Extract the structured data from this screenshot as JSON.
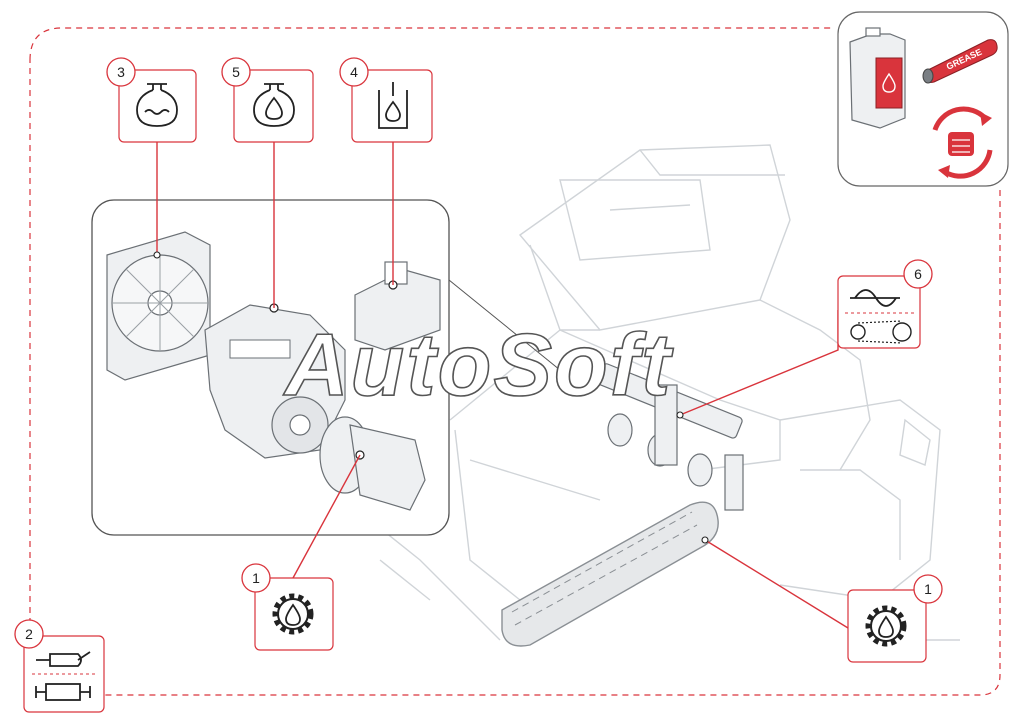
{
  "watermark": "AutoSoft",
  "legend": {
    "grease_label": "GREASE",
    "icons": [
      "oil-canister-icon",
      "grease-tube-icon",
      "service-cycle-icon"
    ],
    "accent_color": "#d9343c"
  },
  "callouts": [
    {
      "id": "c3",
      "number": "3",
      "icon": "coolant-level-icon"
    },
    {
      "id": "c5",
      "number": "5",
      "icon": "engine-oil-icon"
    },
    {
      "id": "c4",
      "number": "4",
      "icon": "hydraulic-tank-icon"
    },
    {
      "id": "c6",
      "number": "6",
      "icon": "belt-drive-icon"
    },
    {
      "id": "c1a",
      "number": "1",
      "icon": "gear-oil-icon"
    },
    {
      "id": "c1b",
      "number": "1",
      "icon": "gear-oil-icon"
    },
    {
      "id": "c2",
      "number": "2",
      "icon": "exhaust-filter-icon"
    }
  ]
}
